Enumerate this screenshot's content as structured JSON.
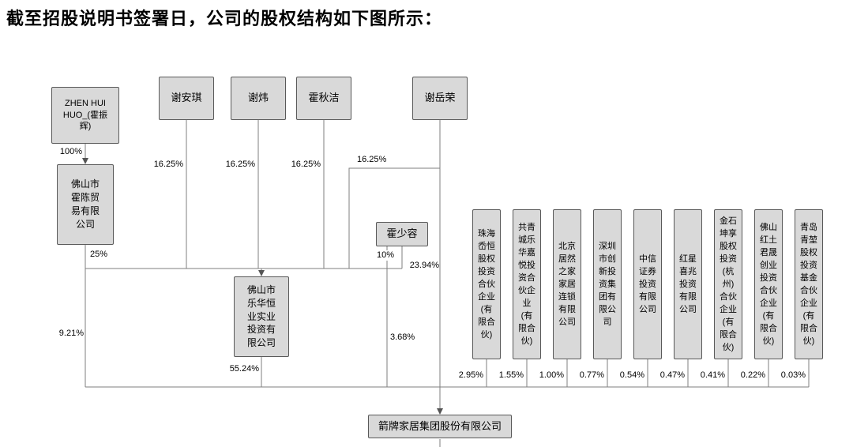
{
  "title": "截至招股说明书签署日，公司的股权结构如下图所示：",
  "nodes": {
    "zhen_hui_huo": "ZHEN HUI\nHUO_(霍振\n辉)",
    "xie_anqi": "谢安琪",
    "xie_wei": "谢炜",
    "huo_qiujie": "霍秋洁",
    "xie_yuerong": "谢岳荣",
    "huo_shaorong": "霍少容",
    "foshan_huochen": "佛山市\n霍陈贸\n易有限\n公司",
    "foshan_lehua": "佛山市\n乐华恒\n业实业\n投资有\n限公司",
    "zhuhai_aoheng": "珠海\n岙恒\n股权\n投资\n合伙\n企业\n(有\n限合\n伙)",
    "gongqingcheng_lehua": "共青\n城乐\n华嘉\n悦投\n资合\n伙企\n业\n(有\n限合\n伙)",
    "beijing_juran": "北京\n居然\n之家\n家居\n连锁\n有限\n公司",
    "shenzhen_chuangxin": "深圳\n市创\n新投\n资集\n团有\n限公\n司",
    "zhongxin_zhengquan": "中信\n证券\n投资\n有限\n公司",
    "hongxing_xizhao": "红星\n喜兆\n投资\n有限\n公司",
    "jinshi_kunxiang": "金石\n坤享\n股权\n投资\n(杭\n州)\n合伙\n企业\n(有\n限合\n伙)",
    "foshan_hongtu": "佛山\n红土\n君晟\n创业\n投资\n合伙\n企业\n(有\n限合\n伙)",
    "qingdao_qingkun": "青岛\n青堃\n股权\n投资\n基金\n合伙\n企业\n(有\n限合\n伙)",
    "company": "箭牌家居集团股份有限公司"
  },
  "percentages": {
    "zhen_to_huochen": "100%",
    "anqi_to_lehua": "16.25%",
    "wei_to_lehua": "16.25%",
    "qiujie_to_lehua": "16.25%",
    "yuerong_to_lehua": "16.25%",
    "huochen_to_lehua": "25%",
    "shaorong_to_lehua": "10%",
    "yuerong_to_company": "23.94%",
    "huochen_to_company": "9.21%",
    "shaorong_to_company": "3.68%",
    "lehua_to_company": "55.24%",
    "aoheng_to_company": "2.95%",
    "gongqingcheng_to_company": "1.55%",
    "juran_to_company": "1.00%",
    "chuangxin_to_company": "0.77%",
    "zhongxin_to_company": "0.54%",
    "hongxing_to_company": "0.47%",
    "jinshi_to_company": "0.41%",
    "hongtu_to_company": "0.22%",
    "qingkun_to_company": "0.03%"
  },
  "colors": {
    "node_fill": "#d9d9d9",
    "node_border": "#595959",
    "line": "#7f7f7f",
    "text": "#000000"
  }
}
